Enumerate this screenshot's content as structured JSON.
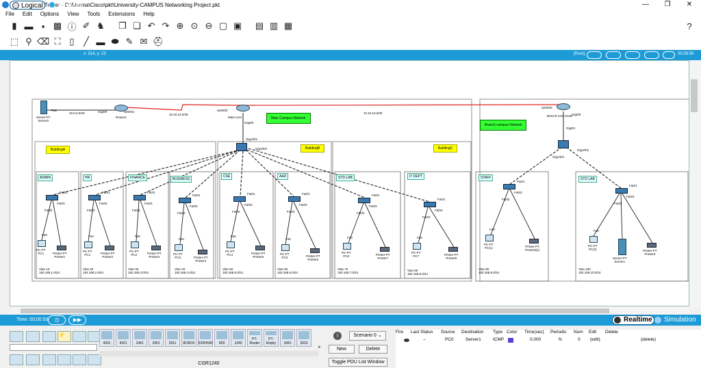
{
  "window": {
    "title": "Cisco Packet Tracer - D:\\Munna\\Cisco\\pkt\\University-CAMPUS Networking Project.pkt",
    "controls": [
      "—",
      "❐",
      "✕"
    ]
  },
  "menu": [
    "File",
    "Edit",
    "Options",
    "View",
    "Tools",
    "Extensions",
    "Help"
  ],
  "toolbar_help": "?",
  "tabs": {
    "logical": "Logical",
    "physical": "Physical",
    "coords": "x: 314, y: 23",
    "root": "[Root]",
    "clock": "00:29:30"
  },
  "time": {
    "label": "Time: 00:00:53",
    "realtime": "Realtime",
    "simulation": "Simulation"
  },
  "models": [
    "4331",
    "4321",
    "1941",
    "2901",
    "2911",
    "819IOX",
    "819HGW",
    "829",
    "1240",
    "PT-Router",
    "PT-Empty",
    "1841",
    "2620"
  ],
  "model_caption": "CGR1240",
  "scenario": {
    "select": "Scenario 0",
    "new": "New",
    "delete": "Delete",
    "toggle": "Toggle PDU List Window"
  },
  "pdu": {
    "headers": [
      "Fire",
      "Last Status",
      "Source",
      "Destination",
      "Type",
      "Color",
      "Time(sec)",
      "Periodic",
      "Num",
      "Edit",
      "Delete"
    ],
    "row": {
      "status": "--",
      "source": "PC0",
      "destination": "Server1",
      "type": "ICMP",
      "color": "#5a3fd6",
      "time": "0.000",
      "periodic": "N",
      "num": "0",
      "edit": "(edit)",
      "delete": "(delete)"
    }
  },
  "network": {
    "server0": "Server-PT\nServer0",
    "router1": "Router1",
    "main_core": "Main-core",
    "branch_router": "Branch-core-router",
    "main_campus": "Main Campus Network",
    "branch_campus": "Branch campus Network",
    "buildings": [
      "BuildingA",
      "BuildingB",
      "BuildingC"
    ],
    "links": {
      "net1": "20.0.0.0/30",
      "net2": "10.10.10.0/30",
      "net3": "10.10.10.0/30"
    },
    "ports": {
      "fa0": "Fa0",
      "gig00": "Gig0/0",
      "se001": "Se0/0/1",
      "se000": "Se0/0/0",
      "gig01": "Gig0/1",
      "gig101": "Gig1/0/1",
      "gig102": "Gig1/0/2",
      "gig103": "Gig1/0/3",
      "fa01": "Fa0/1",
      "fa02": "Fa0/2",
      "fa03": "Fa0/3",
      "one": "0/1",
      "zero": "0"
    },
    "depts": [
      {
        "name": "ADMIN",
        "pc": "PC-PT\nPC1",
        "printer": "Printer-PT\nPrinter1",
        "vlan": "Vlan 10\n192.168.1.0/24"
      },
      {
        "name": "HR",
        "pc": "PC-PT\nPC1",
        "printer": "Printer-PT\nPrinter2",
        "vlan": "Vlan 20\n192.168.2.0/24"
      },
      {
        "name": "FINANCE",
        "pc": "PC-PT\nPC2",
        "printer": "Printer-PT\nPrinter3",
        "vlan": "Vlan 30\n192.168.3.0/24"
      },
      {
        "name": "BUSINESS",
        "pc": "PC-PT\nPC3",
        "printer": "Printer-PT\nPrinter4",
        "vlan": "Vlan 40\n192.168.4.0/24"
      },
      {
        "name": "CSE",
        "pc": "PC-PT\nPC4",
        "printer": "Printer-PT\nPrinter5",
        "vlan": "Vlan 50\n192.168.5.0/24"
      },
      {
        "name": "A&D",
        "pc": "PC-PT\nPC5",
        "printer": "Printer-PT\nPrinter6",
        "vlan": "Vlan 60\n192.168.6.0/24"
      },
      {
        "name": "STD LAB",
        "pc": "PC-PT\nPC6",
        "printer": "Printer-PT\nPrinter7",
        "vlan": "Vlan 70\n192.168.7.0/24"
      },
      {
        "name": "IT DEPT",
        "pc": "PC-PT\nPC7",
        "printer": "Printer-PT\nPrinter8",
        "vlan": "Vlan 80\n192.168.8.0/24"
      },
      {
        "name": "STAFF",
        "pc": "PC-PT\nPC(1)",
        "printer": "Printer-PT\nPrinter8(1)",
        "vlan": "Vlan 90\n192.168.9.0/24"
      },
      {
        "name": "STD LAB",
        "pc": "PC-PT\nPC(2)",
        "printer": "Printer-PT\nPrinter9",
        "vlan": "Vlan 100\n192.168.10.0/24"
      }
    ],
    "server1": "Server-PT\nServer1"
  }
}
